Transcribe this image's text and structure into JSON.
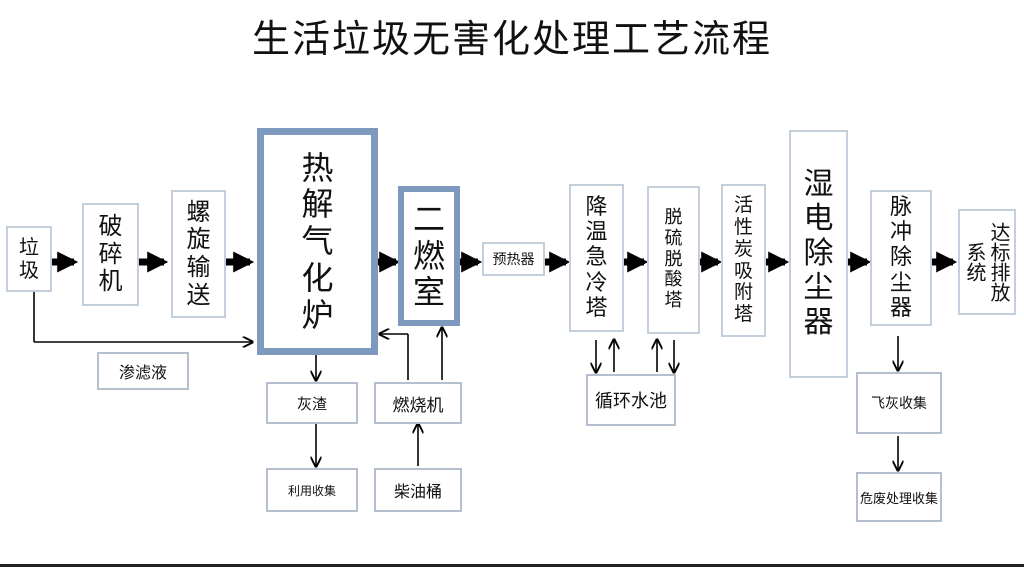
{
  "title": "生活垃圾无害化处理工艺流程",
  "nodes": {
    "waste": "垃圾",
    "crusher": "破碎机",
    "screw_conveyor": "螺旋输送",
    "pyrolysis_furnace": "热解气化炉",
    "secondary_combustion": "二燃室",
    "preheater": "预热器",
    "quench_tower": "降温急冷塔",
    "desulfurization_tower": "脱硫脱酸塔",
    "activated_carbon_tower": "活性炭吸附塔",
    "wet_esp": "湿电除尘器",
    "pulse_dust_collector": "脉冲除尘器",
    "emission": "达标排放系统",
    "leachate": "渗滤液",
    "ash_slag": "灰渣",
    "burner": "燃烧机",
    "reuse_collection": "利用收集",
    "diesel_tank": "柴油桶",
    "circulating_pool": "循环水池",
    "fly_ash_collection": "飞灰收集",
    "hazardous_collection": "危废处理收集"
  }
}
